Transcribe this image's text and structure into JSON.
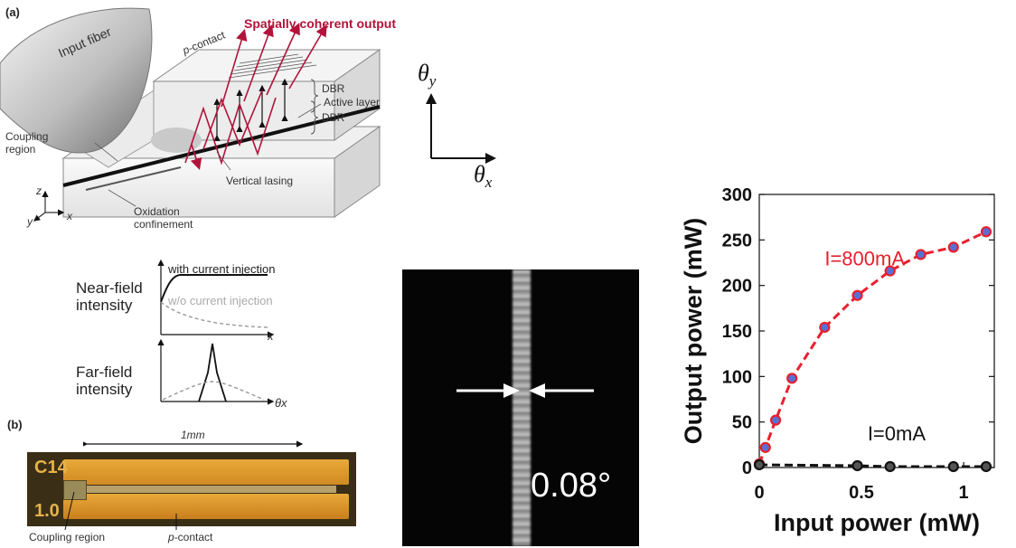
{
  "panel_a": {
    "label": "(a)",
    "title": "Spatially coherent output",
    "input_fiber": "Input fiber",
    "p_contact_prefix": "p",
    "p_contact_suffix": "-contact",
    "dbr_top": "DBR",
    "active_layer": "Active layer",
    "dbr_bottom": "DBR",
    "coupling_region_line1": "Coupling",
    "coupling_region_line2": "region",
    "vertical_lasing": "Vertical lasing",
    "oxidation_line1": "Oxidation",
    "oxidation_line2": "confinement",
    "axis_z": "z",
    "axis_y": "y",
    "axis_x": "x"
  },
  "theta_axes": {
    "theta_y": "θ",
    "theta_y_sub": "y",
    "theta_x": "θ",
    "theta_x_sub": "x"
  },
  "near_field": {
    "label_line1": "Near-field",
    "label_line2": "intensity",
    "with_current": "with current injection",
    "without_current": "w/o current injection",
    "axis": "x"
  },
  "far_field": {
    "label_line1": "Far-field",
    "label_line2": "intensity",
    "axis": "θx"
  },
  "panel_b": {
    "label": "(b)",
    "length": "1mm",
    "chip_text_1": "C14",
    "chip_text_2": "1.0",
    "coupling_region": "Coupling region",
    "p_contact_prefix": "p",
    "p_contact_suffix": "-contact"
  },
  "beam_image": {
    "angle_label": "0.08°"
  },
  "chart_data": {
    "type": "line",
    "xlabel": "Input power (mW)",
    "ylabel": "Output power (mW)",
    "xlim": [
      0,
      1.15
    ],
    "ylim": [
      0,
      300
    ],
    "x_ticks": [
      0,
      0.5,
      1
    ],
    "x_tick_labels": [
      "0",
      "0.5",
      "1"
    ],
    "y_ticks": [
      0,
      50,
      100,
      150,
      200,
      250,
      300
    ],
    "y_tick_labels": [
      "0",
      "50",
      "100",
      "150",
      "200",
      "250",
      "300"
    ],
    "series": [
      {
        "name": "I=800mA",
        "color": "#e8202e",
        "marker_color": "#5a6fd6",
        "x": [
          0,
          0.03,
          0.08,
          0.16,
          0.32,
          0.48,
          0.64,
          0.79,
          0.95,
          1.11
        ],
        "y": [
          4,
          22,
          52,
          98,
          154,
          189,
          216,
          234,
          242,
          259
        ]
      },
      {
        "name": "I=0mA",
        "color": "#111111",
        "marker_color": "#555555",
        "x": [
          0,
          0.48,
          0.64,
          0.95,
          1.11
        ],
        "y": [
          3,
          2,
          1,
          1,
          1
        ]
      }
    ]
  }
}
